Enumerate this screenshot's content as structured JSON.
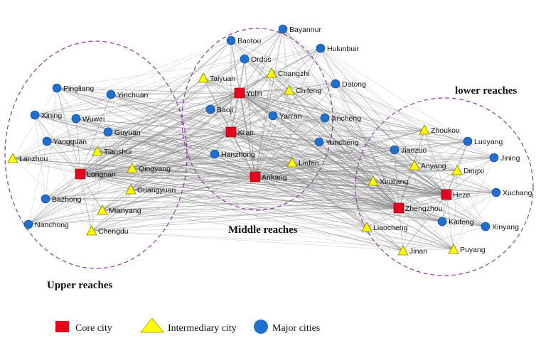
{
  "regions": [
    {
      "id": "upper",
      "label": "Upper reaches"
    },
    {
      "id": "middle",
      "label": "Middle reaches"
    },
    {
      "id": "lower",
      "label": "lower reaches"
    }
  ],
  "legend": {
    "core": "Core city",
    "intermediary": "Intermediary city",
    "major": "Major cities"
  },
  "colors": {
    "core": "#e8001c",
    "intermediary": "#ffff00",
    "major": "#1f6fd1",
    "edge": "#8a8a8a",
    "boundary": "#8a3a9a"
  },
  "nodes": [
    {
      "id": "Pingliang",
      "type": "major"
    },
    {
      "id": "Yinchuan",
      "type": "major"
    },
    {
      "id": "Xining",
      "type": "major"
    },
    {
      "id": "Wuwei",
      "type": "major"
    },
    {
      "id": "Yangquan",
      "type": "major"
    },
    {
      "id": "Guyuan",
      "type": "major"
    },
    {
      "id": "Lanzhou",
      "type": "intermediary"
    },
    {
      "id": "Tianshui",
      "type": "intermediary"
    },
    {
      "id": "Longnan",
      "type": "core"
    },
    {
      "id": "Qingyang",
      "type": "intermediary"
    },
    {
      "id": "Guangyuan",
      "type": "intermediary"
    },
    {
      "id": "Bazhong",
      "type": "major"
    },
    {
      "id": "Mianyang",
      "type": "intermediary"
    },
    {
      "id": "Nanchong",
      "type": "major"
    },
    {
      "id": "Chengdu",
      "type": "intermediary"
    },
    {
      "id": "Bayannur",
      "type": "major"
    },
    {
      "id": "Baotou",
      "type": "major"
    },
    {
      "id": "Hulunbuir",
      "type": "major"
    },
    {
      "id": "Ordos",
      "type": "major"
    },
    {
      "id": "Changzhi",
      "type": "intermediary"
    },
    {
      "id": "Taiyuan",
      "type": "intermediary"
    },
    {
      "id": "Yulin",
      "type": "core"
    },
    {
      "id": "Chifeng",
      "type": "intermediary"
    },
    {
      "id": "Datong",
      "type": "major"
    },
    {
      "id": "Baoji",
      "type": "major"
    },
    {
      "id": "Yan'an",
      "type": "major"
    },
    {
      "id": "Jincheng",
      "type": "major"
    },
    {
      "id": "Xi'an",
      "type": "core"
    },
    {
      "id": "Yuncheng",
      "type": "major"
    },
    {
      "id": "Hanzhong",
      "type": "major"
    },
    {
      "id": "Linfen",
      "type": "intermediary"
    },
    {
      "id": "Ankang",
      "type": "core"
    },
    {
      "id": "Zhoukou",
      "type": "intermediary"
    },
    {
      "id": "Luoyang",
      "type": "major"
    },
    {
      "id": "Jiaozuo",
      "type": "major"
    },
    {
      "id": "Jining",
      "type": "major"
    },
    {
      "id": "Anyang",
      "type": "intermediary"
    },
    {
      "id": "Dingxi",
      "type": "intermediary"
    },
    {
      "id": "Xinxiang",
      "type": "intermediary"
    },
    {
      "id": "Heze",
      "type": "core"
    },
    {
      "id": "Xuchang",
      "type": "major"
    },
    {
      "id": "Zhengzhou",
      "type": "core"
    },
    {
      "id": "Kaifeng",
      "type": "major"
    },
    {
      "id": "Liaocheng",
      "type": "intermediary"
    },
    {
      "id": "Xinyang",
      "type": "major"
    },
    {
      "id": "Jinan",
      "type": "intermediary"
    },
    {
      "id": "Puyang",
      "type": "intermediary"
    }
  ]
}
